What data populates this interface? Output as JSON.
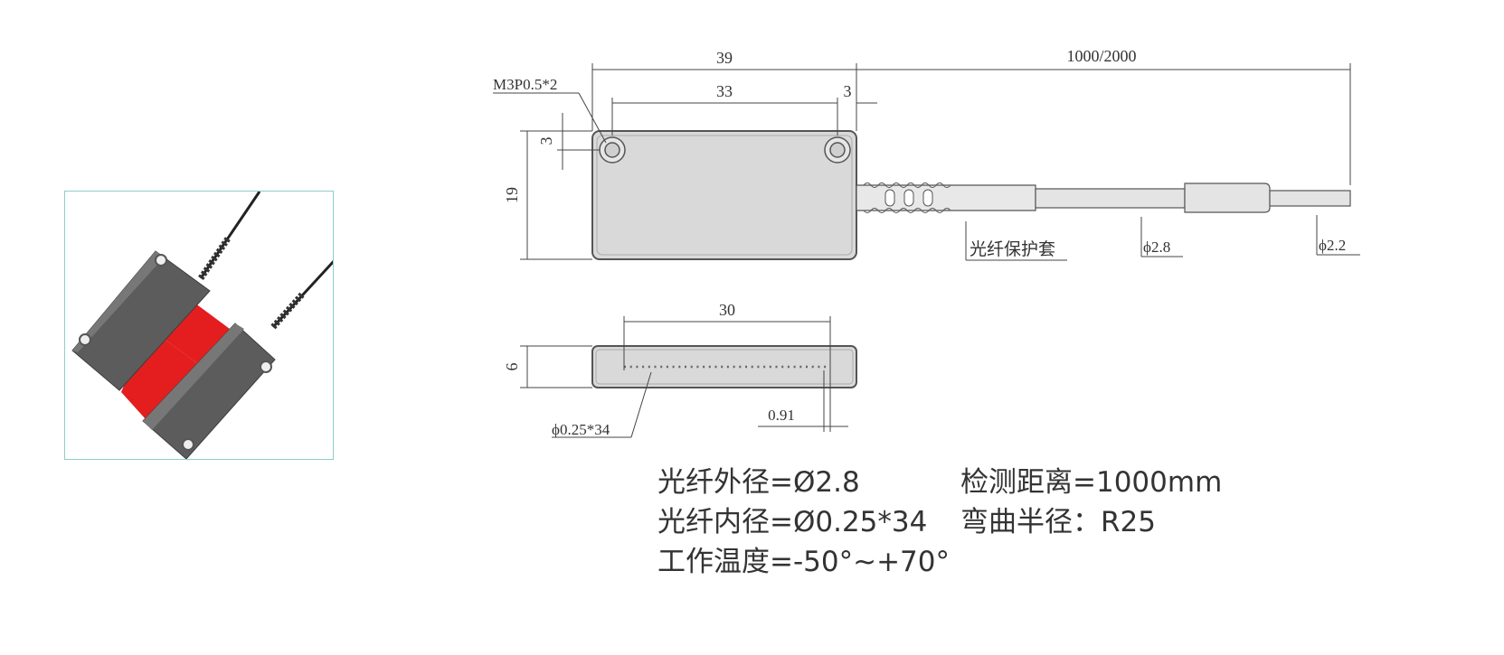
{
  "dimensions": {
    "length_total": "39",
    "cable_length": "1000/2000",
    "thread": "M3P0.5*2",
    "hole_spacing": "33",
    "hole_edge_offset": "3",
    "hole_vertical_offset": "3",
    "height": "19",
    "fiber_sheath_label": "光纤保护套",
    "diameter_sheath": "ϕ2.8",
    "diameter_end": "ϕ2.2",
    "array_width": "30",
    "thickness": "6",
    "fiber_array": "ϕ0.25*34",
    "fiber_pitch": "0.91"
  },
  "specs": {
    "outer_diameter": "光纤外径=Ø2.8",
    "detect_distance": "检测距离=1000mm",
    "inner_diameter": "光纤内径=Ø0.25*34",
    "bend_radius": "弯曲半径：R25",
    "temperature": "工作温度=-50°~+70°"
  },
  "colors": {
    "body_gray": "#d9d9d9",
    "product_dark": "#5a5a5a",
    "product_red": "#e41e1e",
    "frame_border": "#8dcfc6"
  }
}
